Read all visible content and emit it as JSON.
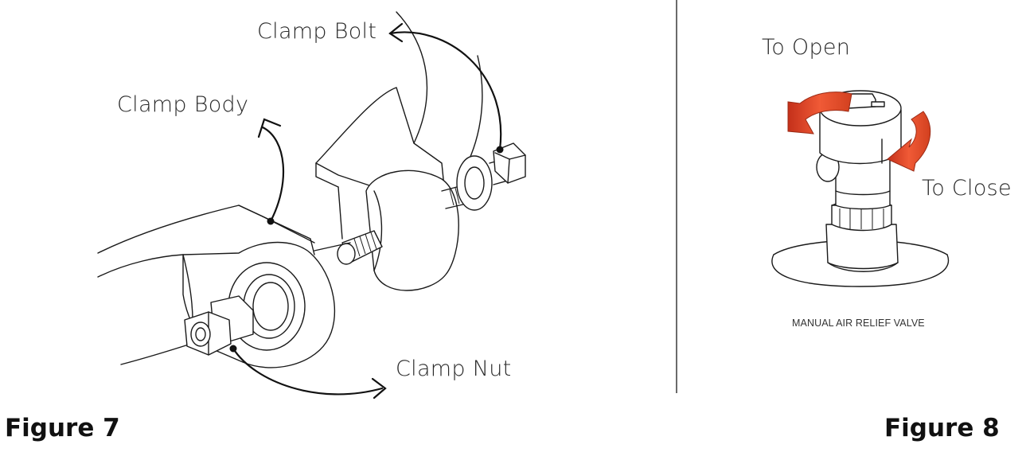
{
  "figures": [
    {
      "title": "Figure 7",
      "callouts": {
        "clamp_bolt": "Clamp Bolt",
        "clamp_body": "Clamp Body",
        "clamp_nut": "Clamp Nut"
      }
    },
    {
      "title": "Figure 8",
      "callouts": {
        "to_open": "To Open",
        "to_close": "To Close"
      },
      "caption": "MANUAL AIR RELIEF VALVE"
    }
  ],
  "colors": {
    "line": "#1a1a1a",
    "arrow_fill": "#e8452a",
    "arrow_dark": "#b8321c"
  }
}
